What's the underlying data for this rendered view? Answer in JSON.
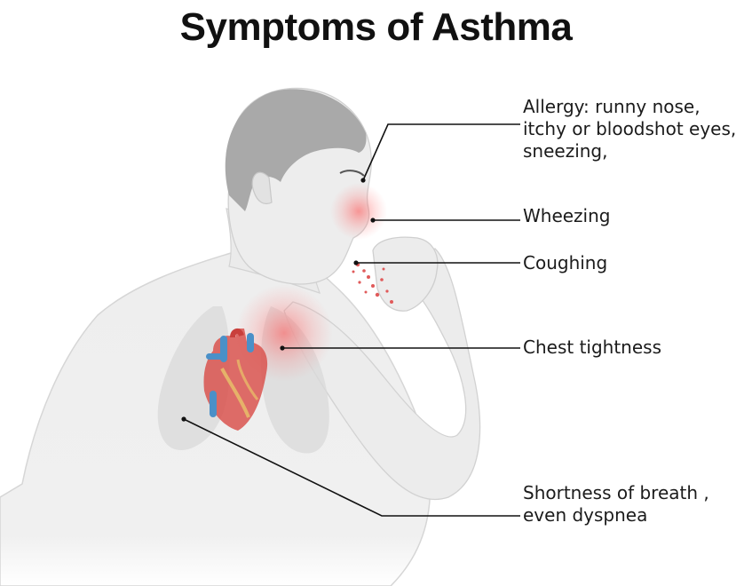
{
  "title": "Symptoms of Asthma",
  "symptoms": [
    {
      "lines": [
        "Allergy: runny nose,",
        "itchy or bloodshot eyes,",
        "sneezing,"
      ]
    },
    {
      "lines": [
        "Wheezing"
      ]
    },
    {
      "lines": [
        "Coughing"
      ]
    },
    {
      "lines": [
        "Chest tightness"
      ]
    },
    {
      "lines": [
        "Shortness of breath ,",
        "even dyspnea"
      ]
    }
  ],
  "colors": {
    "skin": "#efefef",
    "skin_shadow": "#d9d9d9",
    "hair": "#a9a9a9",
    "lungs": "#d4d4d4",
    "inflammation": "#ff6b6b",
    "heart": "#d9534f",
    "vessels_blue": "#4a90c8",
    "leader_line": "#111111"
  }
}
